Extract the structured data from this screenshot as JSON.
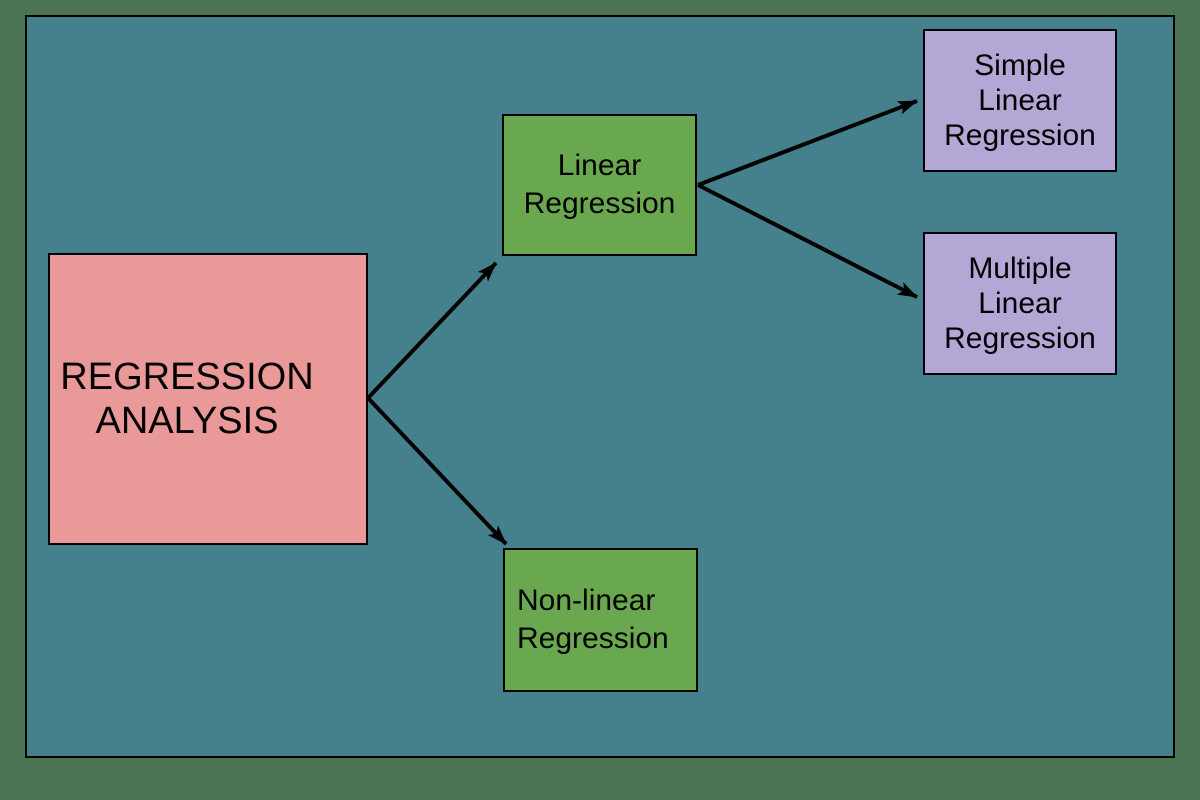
{
  "colors": {
    "outer_background": "#4a7452",
    "panel_background": "#45808d",
    "panel_border": "#000000",
    "node_border": "#000000",
    "arrow": "#000000",
    "root_node_fill": "#ea9999",
    "branch_node_fill": "#6aa84f",
    "leaf_node_fill": "#b4a7d6",
    "text": "#000000"
  },
  "diagram": {
    "nodes": {
      "root": {
        "label": "REGRESSION\nANALYSIS",
        "fill": "#ea9999"
      },
      "linear": {
        "label": "Linear\nRegression",
        "fill": "#6aa84f"
      },
      "nonlinear": {
        "label": "Non-linear\nRegression",
        "fill": "#6aa84f"
      },
      "simple": {
        "label": "Simple\nLinear\nRegression",
        "fill": "#b4a7d6"
      },
      "multiple": {
        "label": "Multiple\nLinear\nRegression",
        "fill": "#b4a7d6"
      }
    },
    "edges": [
      {
        "from": "root",
        "to": "linear"
      },
      {
        "from": "root",
        "to": "nonlinear"
      },
      {
        "from": "linear",
        "to": "simple"
      },
      {
        "from": "linear",
        "to": "multiple"
      }
    ]
  }
}
